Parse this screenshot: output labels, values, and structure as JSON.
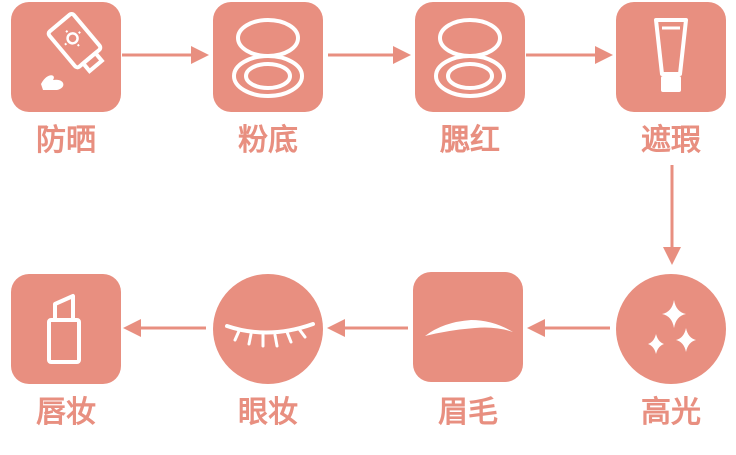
{
  "colors": {
    "accent": "#e88f80",
    "icon": "#ffffff"
  },
  "steps": [
    {
      "label": "防晒",
      "icon": "sunscreen-tube-icon"
    },
    {
      "label": "粉底",
      "icon": "foundation-compact-icon"
    },
    {
      "label": "腮红",
      "icon": "blush-compact-icon"
    },
    {
      "label": "遮瑕",
      "icon": "concealer-tube-icon"
    },
    {
      "label": "高光",
      "icon": "highlight-sparkle-icon"
    },
    {
      "label": "眉毛",
      "icon": "eyebrow-icon"
    },
    {
      "label": "眼妆",
      "icon": "eyelash-icon"
    },
    {
      "label": "唇妆",
      "icon": "lipstick-icon"
    }
  ]
}
